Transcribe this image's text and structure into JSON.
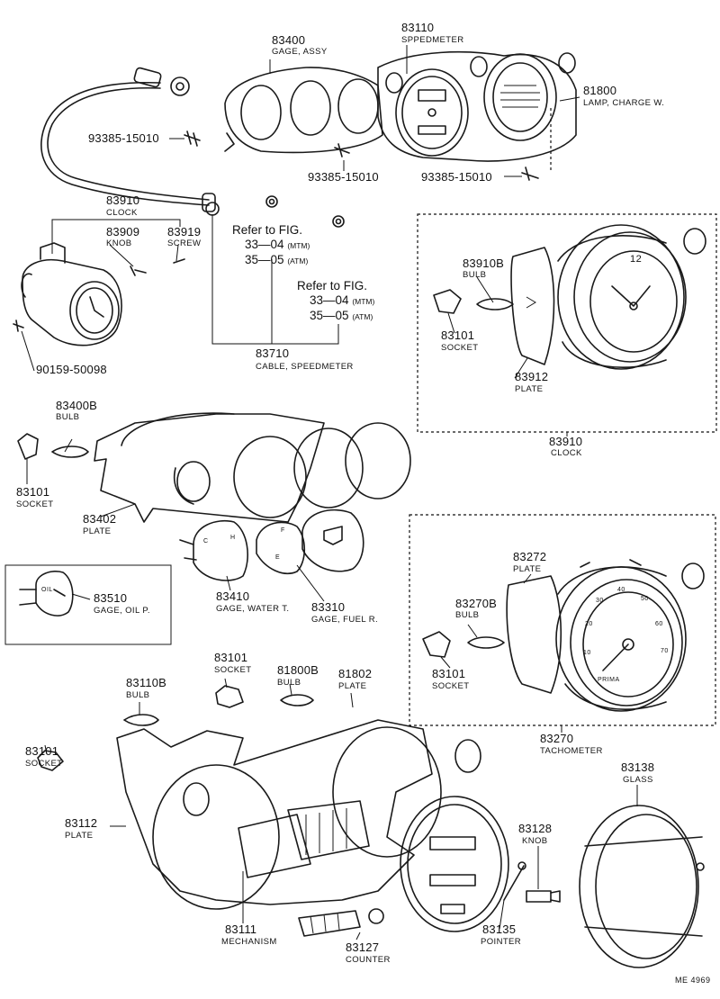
{
  "diagram_code": "ME 4969",
  "parts": {
    "gage_assy": {
      "number": "83400",
      "name": "GAGE, ASSY"
    },
    "speedometer": {
      "number": "83110",
      "name": "SPPEDMETER"
    },
    "lamp_charge": {
      "number": "81800",
      "name": "LAMP, CHARGE W."
    },
    "screw_left": {
      "number": "93385-15010"
    },
    "screw_mid": {
      "number": "93385-15010"
    },
    "screw_right": {
      "number": "93385-15010"
    },
    "clock_group": {
      "number": "83910",
      "name": "CLOCK"
    },
    "knob_clock": {
      "number": "83909",
      "name": "KNOB"
    },
    "screw_clock": {
      "number": "83919",
      "name": "SCREW"
    },
    "screw_90159": {
      "number": "90159-50098"
    },
    "cable_speedometer": {
      "number": "83710",
      "name": "CABLE, SPEEDMETER"
    },
    "clock_bulb": {
      "number": "83910B",
      "name": "BULB"
    },
    "clock_socket": {
      "number": "83101",
      "name": "SOCKET"
    },
    "clock_plate": {
      "number": "83912",
      "name": "PLATE"
    },
    "clock_detail": {
      "number": "83910",
      "name": "CLOCK"
    },
    "gage_bulb": {
      "number": "83400B",
      "name": "BULB"
    },
    "gage_socket": {
      "number": "83101",
      "name": "SOCKET"
    },
    "gage_plate": {
      "number": "83402",
      "name": "PLATE"
    },
    "gage_oil": {
      "number": "83510",
      "name": "GAGE, OIL P."
    },
    "gage_water": {
      "number": "83410",
      "name": "GAGE, WATER T."
    },
    "gage_fuel": {
      "number": "83310",
      "name": "GAGE, FUEL R."
    },
    "tach_plate": {
      "number": "83272",
      "name": "PLATE"
    },
    "tach_bulb": {
      "number": "83270B",
      "name": "BULB"
    },
    "tach_socket": {
      "number": "83101",
      "name": "SOCKET"
    },
    "tachometer": {
      "number": "83270",
      "name": "TACHOMETER"
    },
    "speedo_socket_top": {
      "number": "83101",
      "name": "SOCKET"
    },
    "speedo_bulb": {
      "number": "83110B",
      "name": "BULB"
    },
    "charge_bulb": {
      "number": "81800B",
      "name": "BULB"
    },
    "charge_plate": {
      "number": "81802",
      "name": "PLATE"
    },
    "speedo_socket_left": {
      "number": "83101",
      "name": "SOCKET"
    },
    "speedo_plate": {
      "number": "83112",
      "name": "PLATE"
    },
    "mechanism": {
      "number": "83111",
      "name": "MECHANISM"
    },
    "counter": {
      "number": "83127",
      "name": "COUNTER"
    },
    "pointer": {
      "number": "83135",
      "name": "POINTER"
    },
    "knob_speedo": {
      "number": "83128",
      "name": "KNOB"
    },
    "glass": {
      "number": "83138",
      "name": "GLASS"
    }
  },
  "references": [
    {
      "title": "Refer to FIG.",
      "line1": "33—04",
      "tag1": "(MTM)",
      "line2": "35—05",
      "tag2": "(ATM)"
    },
    {
      "title": "Refer to FIG.",
      "line1": "33—04",
      "tag1": "(MTM)",
      "line2": "35—05",
      "tag2": "(ATM)"
    }
  ],
  "dial_marks": {
    "clock_twelve": "12",
    "tach_brand": "PRIMA",
    "tach_ticks": [
      "10",
      "20",
      "30",
      "40",
      "50",
      "60",
      "70"
    ],
    "oil_label": "OIL",
    "fuel_letters": [
      "F",
      "E"
    ],
    "water_letters": [
      "C",
      "H"
    ]
  }
}
